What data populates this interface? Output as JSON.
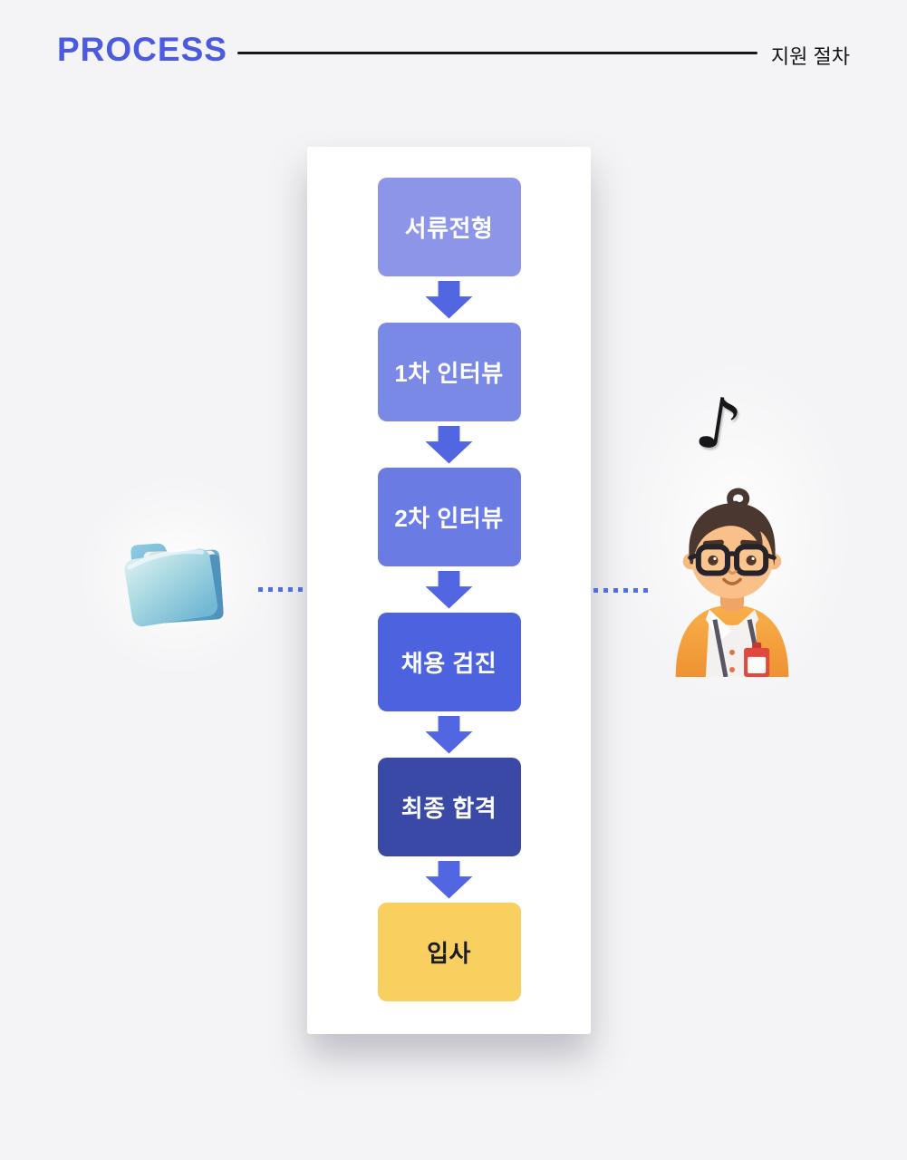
{
  "page": {
    "background": "#F4F3F5"
  },
  "header": {
    "title": "PROCESS",
    "title_color": "#4A5AE1",
    "subtitle": "지원 절차",
    "divider_color": "#17171A"
  },
  "flow_card": {
    "background": "#FFFFFF",
    "arrow_color": "#5366E1",
    "arrow_icon": "down-block-arrow",
    "steps": [
      {
        "label": "서류전형",
        "bg": "#8C95E7",
        "fg": "#FFFFFF"
      },
      {
        "label": "1차 인터뷰",
        "bg": "#7B89E6",
        "fg": "#FFFFFF"
      },
      {
        "label": "2차 인터뷰",
        "bg": "#6A7CE3",
        "fg": "#FFFFFF"
      },
      {
        "label": "채용 검진",
        "bg": "#4C62DF",
        "fg": "#FFFFFF"
      },
      {
        "label": "최종 합격",
        "bg": "#3A48A6",
        "fg": "#FFFFFF"
      },
      {
        "label": "입사",
        "bg": "#F9D060",
        "fg": "#1D1D1F"
      }
    ]
  },
  "side_art": {
    "folder_icon": "blue-3d-folder-with-papers",
    "music_note_glyph": "♪",
    "avatar_icon": "man-with-glasses-orange-cardigan-id-badge",
    "dots_color": "#4C6FE8"
  }
}
